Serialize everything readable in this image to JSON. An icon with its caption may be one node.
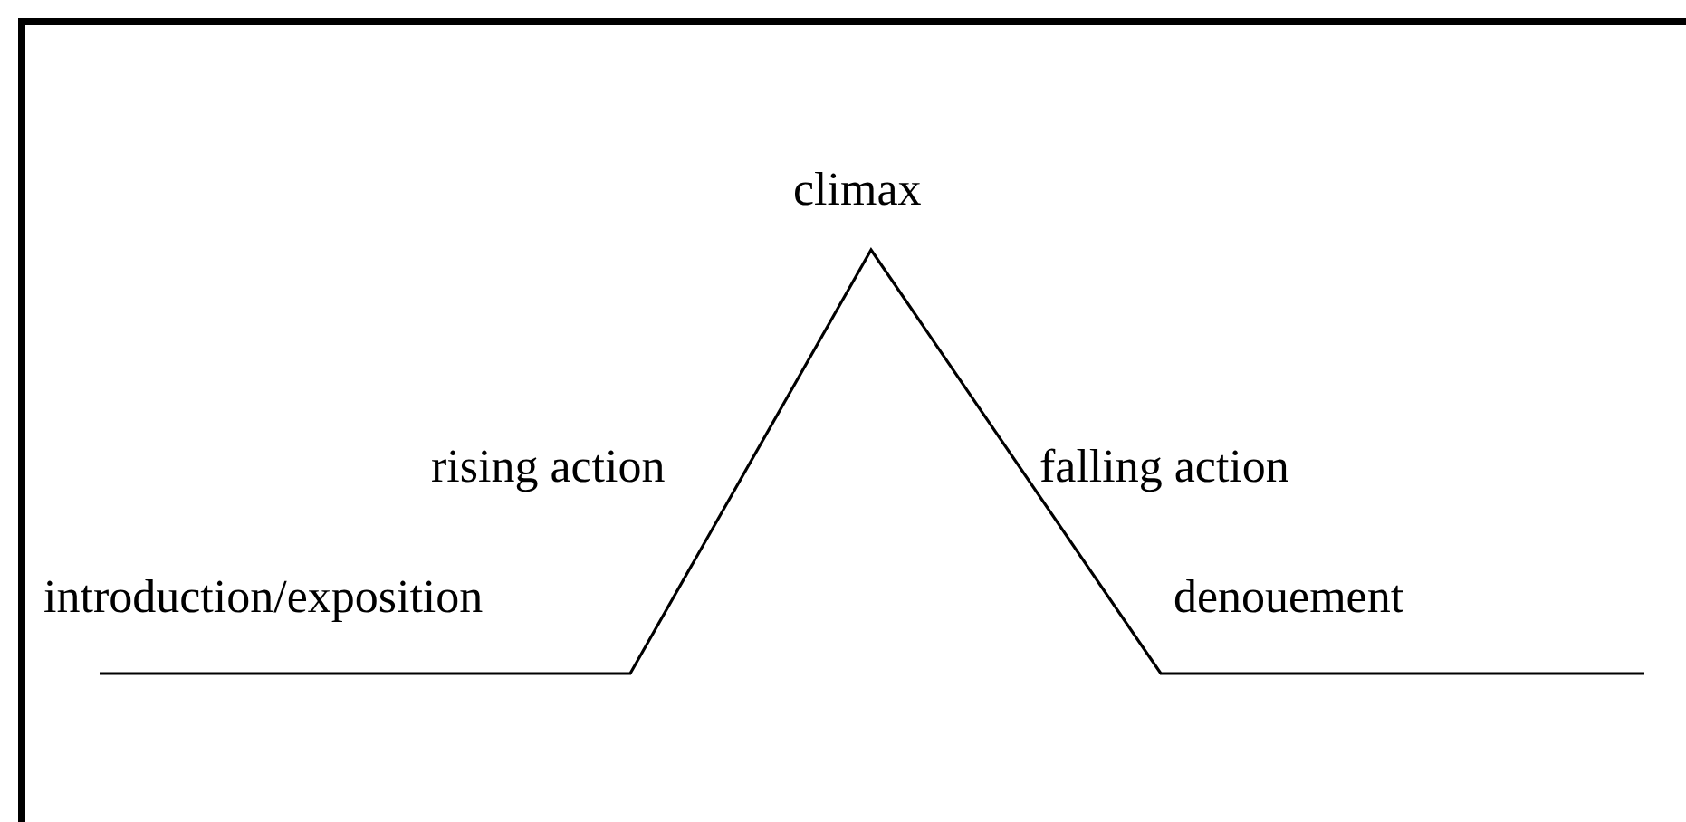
{
  "diagram": {
    "labels": [
      "climax",
      "rising action",
      "falling action",
      "introduction/exposition",
      "denouement"
    ]
  }
}
